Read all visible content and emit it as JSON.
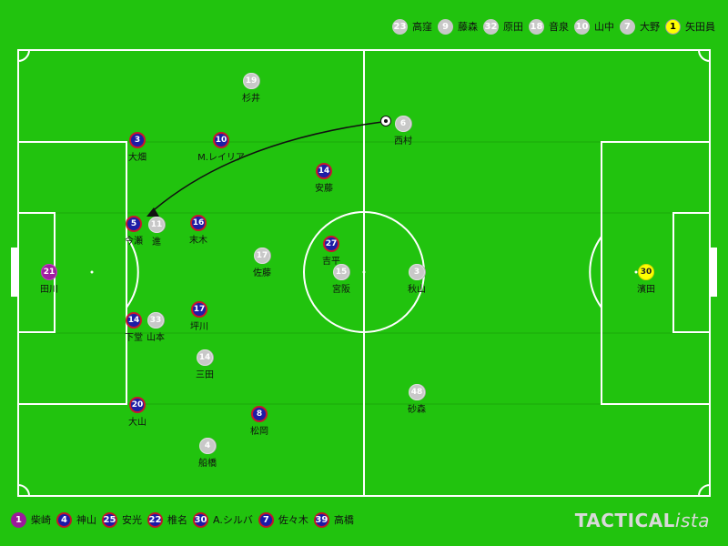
{
  "bench_top": [
    {
      "number": "23",
      "name": "高窪",
      "kind": "away"
    },
    {
      "number": "9",
      "name": "藤森",
      "kind": "away"
    },
    {
      "number": "32",
      "name": "原田",
      "kind": "away"
    },
    {
      "number": "18",
      "name": "音泉",
      "kind": "away"
    },
    {
      "number": "10",
      "name": "山中",
      "kind": "away"
    },
    {
      "number": "7",
      "name": "大野",
      "kind": "away"
    },
    {
      "number": "1",
      "name": "矢田員",
      "kind": "gk-away"
    }
  ],
  "bench_bottom": [
    {
      "number": "1",
      "name": "柴崎",
      "kind": "gk-home"
    },
    {
      "number": "4",
      "name": "神山",
      "kind": "home"
    },
    {
      "number": "25",
      "name": "安光",
      "kind": "home"
    },
    {
      "number": "22",
      "name": "椎名",
      "kind": "home"
    },
    {
      "number": "30",
      "name": "A.シルバ",
      "kind": "home"
    },
    {
      "number": "7",
      "name": "佐々木",
      "kind": "home"
    },
    {
      "number": "39",
      "name": "高橋",
      "kind": "home"
    }
  ],
  "home_players": [
    {
      "number": "21",
      "name": "田川",
      "role": "gk-home"
    },
    {
      "number": "3",
      "name": "大畑",
      "role": "home"
    },
    {
      "number": "10",
      "name": "M.レイリア",
      "role": "home"
    },
    {
      "number": "14",
      "name": "安藤",
      "role": "home"
    },
    {
      "number": "5",
      "name": "今瀬",
      "role": "home"
    },
    {
      "number": "16",
      "name": "末木",
      "role": "home"
    },
    {
      "number": "27",
      "name": "吉平",
      "role": "home"
    },
    {
      "number": "14",
      "name": "下堂",
      "role": "home"
    },
    {
      "number": "17",
      "name": "坪川",
      "role": "home"
    },
    {
      "number": "20",
      "name": "大山",
      "role": "home"
    },
    {
      "number": "8",
      "name": "松岡",
      "role": "home"
    }
  ],
  "away_players": [
    {
      "number": "19",
      "name": "杉井",
      "role": "away"
    },
    {
      "number": "6",
      "name": "西村",
      "role": "away"
    },
    {
      "number": "11",
      "name": "進",
      "role": "away"
    },
    {
      "number": "17",
      "name": "佐藤",
      "role": "away"
    },
    {
      "number": "15",
      "name": "宮阪",
      "role": "away"
    },
    {
      "number": "3",
      "name": "秋山",
      "role": "away"
    },
    {
      "number": "33",
      "name": "山本",
      "role": "away"
    },
    {
      "number": "14",
      "name": "三田",
      "role": "away"
    },
    {
      "number": "48",
      "name": "砂森",
      "role": "away"
    },
    {
      "number": "4",
      "name": "船橋",
      "role": "away"
    },
    {
      "number": "30",
      "name": "濱田",
      "role": "gk-away"
    }
  ],
  "watermark": {
    "main": "TACTICAL",
    "sub": "ista"
  },
  "colors": {
    "pitch": "#21c30e",
    "pitch_dark": "#1aa80b",
    "lines": "#ffffff",
    "home_fill": "#1d1da6",
    "home_ring": "#c8162e",
    "away_fill": "#c8c8c8",
    "home_gk": "#a01fa0",
    "away_gk": "#ffff00"
  }
}
